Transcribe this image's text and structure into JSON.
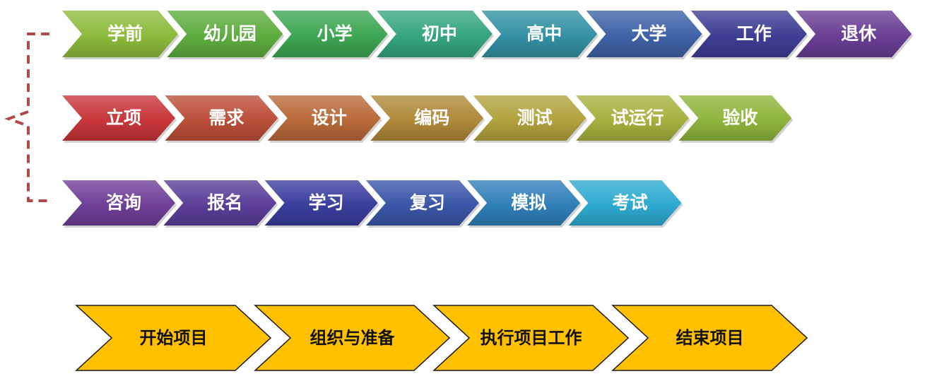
{
  "rows": [
    {
      "name": "life",
      "items": [
        {
          "label": "学前",
          "color": "#8DBB3C"
        },
        {
          "label": "幼儿园",
          "color": "#5EAD3F"
        },
        {
          "label": "小学",
          "color": "#3DA653"
        },
        {
          "label": "初中",
          "color": "#36A67F"
        },
        {
          "label": "高中",
          "color": "#3391A3"
        },
        {
          "label": "大学",
          "color": "#3F63A7"
        },
        {
          "label": "工作",
          "color": "#3F3D93"
        },
        {
          "label": "退休",
          "color": "#6A3E95"
        }
      ]
    },
    {
      "name": "project",
      "items": [
        {
          "label": "立项",
          "color": "#C8363A"
        },
        {
          "label": "需求",
          "color": "#BC4E38"
        },
        {
          "label": "设计",
          "color": "#B96A39"
        },
        {
          "label": "编码",
          "color": "#B0893A"
        },
        {
          "label": "测试",
          "color": "#B2A33D"
        },
        {
          "label": "试运行",
          "color": "#A5B23E"
        },
        {
          "label": "验收",
          "color": "#8FB53C"
        }
      ]
    },
    {
      "name": "exam",
      "items": [
        {
          "label": "咨询",
          "color": "#6F3F98"
        },
        {
          "label": "报名",
          "color": "#5A3E98"
        },
        {
          "label": "学习",
          "color": "#3A3E9C"
        },
        {
          "label": "复习",
          "color": "#3A56A7"
        },
        {
          "label": "模拟",
          "color": "#2F7FB8"
        },
        {
          "label": "考试",
          "color": "#2EAAD0"
        }
      ]
    }
  ],
  "bottom_row": {
    "fill": "#FFC000",
    "stroke": "#1A1A1A",
    "items": [
      "开始项目",
      "组织与准备",
      "执行项目工作",
      "结束项目"
    ]
  },
  "brace_color": "#B04848"
}
